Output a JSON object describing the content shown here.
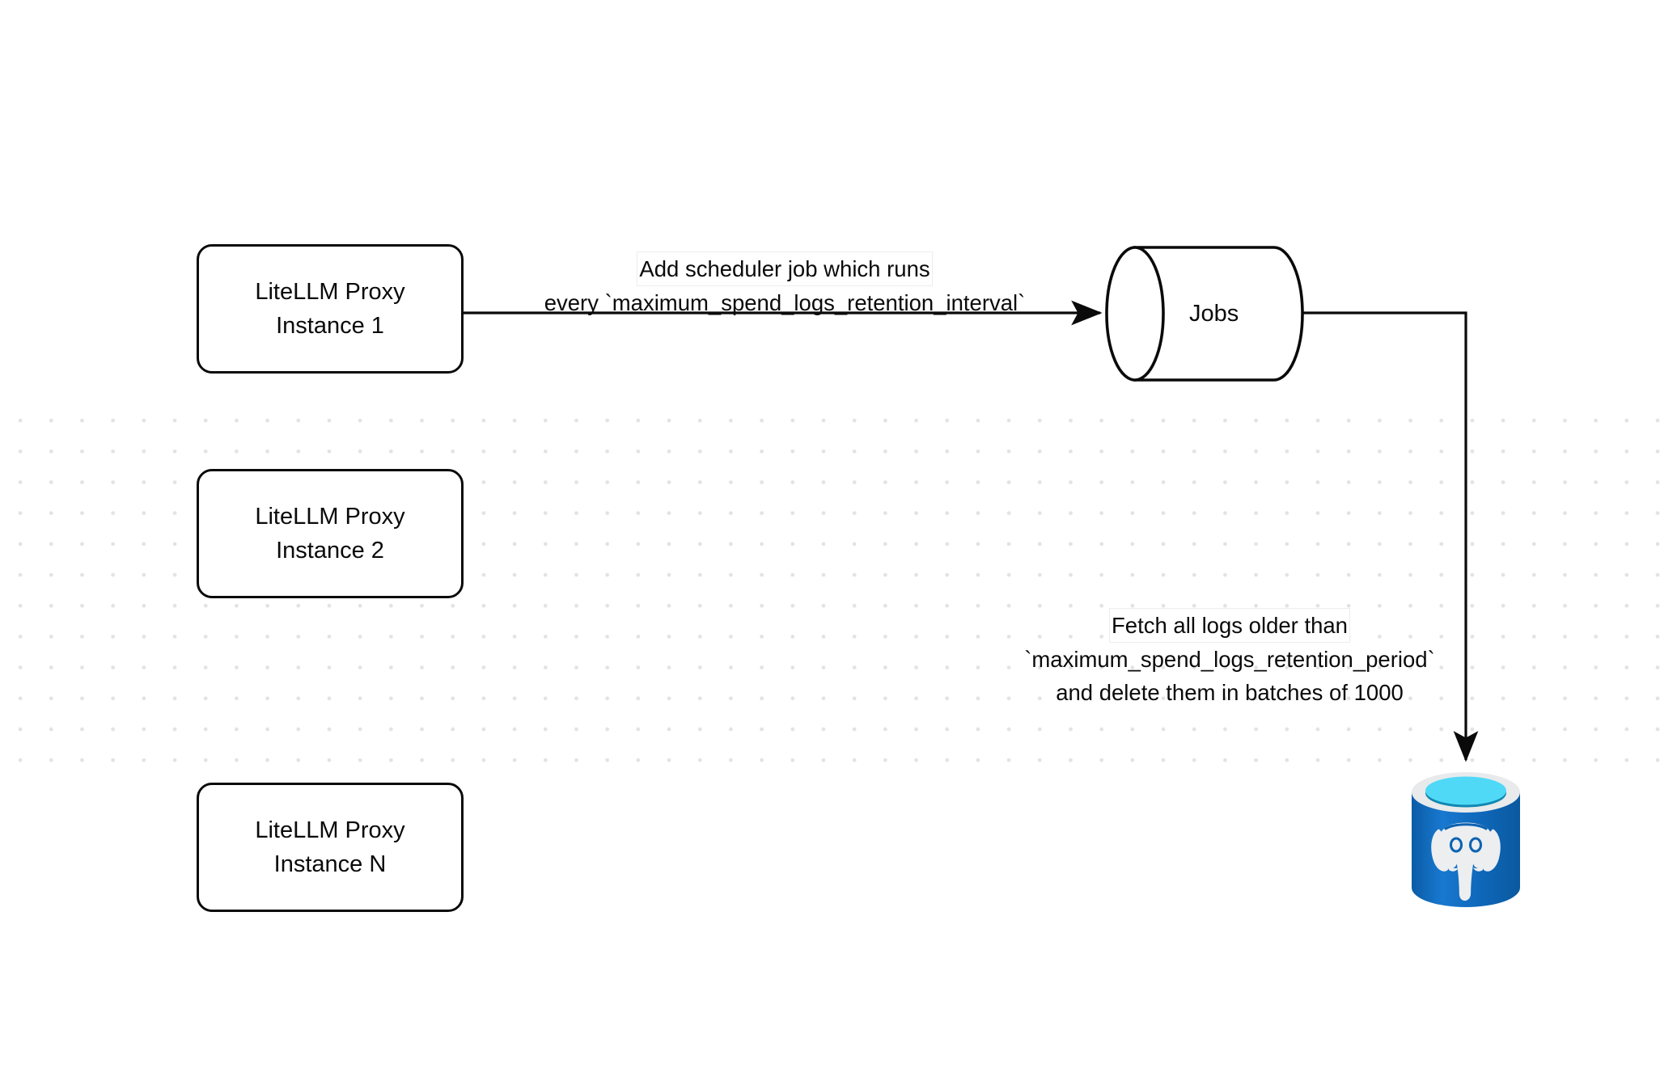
{
  "diagram": {
    "title": "LiteLLM spend logs retention scheduler flow",
    "background_color": "#ffffff",
    "grid_dot_color": "#e3e3e3",
    "stroke_color": "#0a0a0a"
  },
  "nodes": [
    {
      "id": "proxy-instance-1",
      "shape": "rounded-rect",
      "line1": "LiteLLM Proxy",
      "line2": "Instance 1"
    },
    {
      "id": "proxy-instance-2",
      "shape": "rounded-rect",
      "line1": "LiteLLM Proxy",
      "line2": "Instance 2"
    },
    {
      "id": "proxy-instance-n",
      "shape": "rounded-rect",
      "line1": "LiteLLM Proxy",
      "line2": "Instance N"
    },
    {
      "id": "jobs-queue",
      "shape": "cylinder-horizontal",
      "label": "Jobs"
    },
    {
      "id": "postgres-database",
      "shape": "database-icon",
      "icon": "postgresql-database-icon",
      "colors": {
        "body": "#0d63b2",
        "body_light": "#1b79d0",
        "rim": "#e8eaec",
        "top_fill": "#4fd9f7",
        "top_inner": "#1287b0",
        "elephant": "#eceef0"
      }
    }
  ],
  "edges": [
    {
      "id": "edge-proxy1-to-jobs",
      "from": "proxy-instance-1",
      "to": "jobs-queue",
      "arrowhead": "right",
      "label_line1": "Add scheduler job which runs",
      "label_line2": "every `maximum_spend_logs_retention_interval`"
    },
    {
      "id": "edge-jobs-to-postgres",
      "from": "jobs-queue",
      "to": "postgres-database",
      "arrowhead": "down",
      "label_line1": "Fetch all logs older than",
      "label_line2": "`maximum_spend_logs_retention_period`",
      "label_line3": "and delete them in batches of 1000"
    }
  ]
}
